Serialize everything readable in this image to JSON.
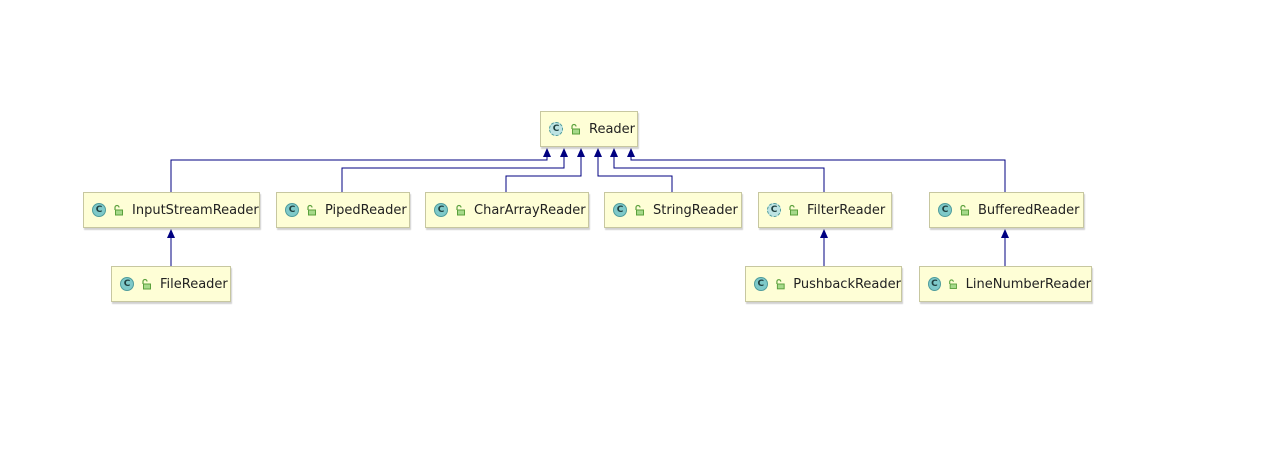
{
  "diagram": {
    "colors": {
      "edge": "#000080",
      "node_fill": "#fefed6",
      "node_border": "#c7c7a0",
      "class_icon": "#7ec9c9",
      "visibility_icon": "#5aa03c"
    },
    "nodes": [
      {
        "id": "reader",
        "label": "Reader",
        "kind": "abstract-class",
        "icon_letter": "C",
        "visibility_icon": "public-lock-icon"
      },
      {
        "id": "inputstreamreader",
        "label": "InputStreamReader",
        "kind": "class",
        "icon_letter": "C",
        "visibility_icon": "public-lock-icon"
      },
      {
        "id": "pipedreader",
        "label": "PipedReader",
        "kind": "class",
        "icon_letter": "C",
        "visibility_icon": "public-lock-icon"
      },
      {
        "id": "chararrayreader",
        "label": "CharArrayReader",
        "kind": "class",
        "icon_letter": "C",
        "visibility_icon": "public-lock-icon"
      },
      {
        "id": "stringreader",
        "label": "StringReader",
        "kind": "class",
        "icon_letter": "C",
        "visibility_icon": "public-lock-icon"
      },
      {
        "id": "filterreader",
        "label": "FilterReader",
        "kind": "abstract-class",
        "icon_letter": "C",
        "visibility_icon": "public-lock-icon"
      },
      {
        "id": "bufferedreader",
        "label": "BufferedReader",
        "kind": "class",
        "icon_letter": "C",
        "visibility_icon": "public-lock-icon"
      },
      {
        "id": "filereader",
        "label": "FileReader",
        "kind": "class",
        "icon_letter": "C",
        "visibility_icon": "public-lock-icon"
      },
      {
        "id": "pushbackreader",
        "label": "PushbackReader",
        "kind": "class",
        "icon_letter": "C",
        "visibility_icon": "public-lock-icon"
      },
      {
        "id": "linenumberreader",
        "label": "LineNumberReader",
        "kind": "class",
        "icon_letter": "C",
        "visibility_icon": "public-lock-icon"
      }
    ],
    "edges": [
      {
        "from": "inputstreamreader",
        "to": "reader",
        "type": "extends"
      },
      {
        "from": "pipedreader",
        "to": "reader",
        "type": "extends"
      },
      {
        "from": "chararrayreader",
        "to": "reader",
        "type": "extends"
      },
      {
        "from": "stringreader",
        "to": "reader",
        "type": "extends"
      },
      {
        "from": "filterreader",
        "to": "reader",
        "type": "extends"
      },
      {
        "from": "bufferedreader",
        "to": "reader",
        "type": "extends"
      },
      {
        "from": "filereader",
        "to": "inputstreamreader",
        "type": "extends"
      },
      {
        "from": "pushbackreader",
        "to": "filterreader",
        "type": "extends"
      },
      {
        "from": "linenumberreader",
        "to": "bufferedreader",
        "type": "extends"
      }
    ]
  }
}
